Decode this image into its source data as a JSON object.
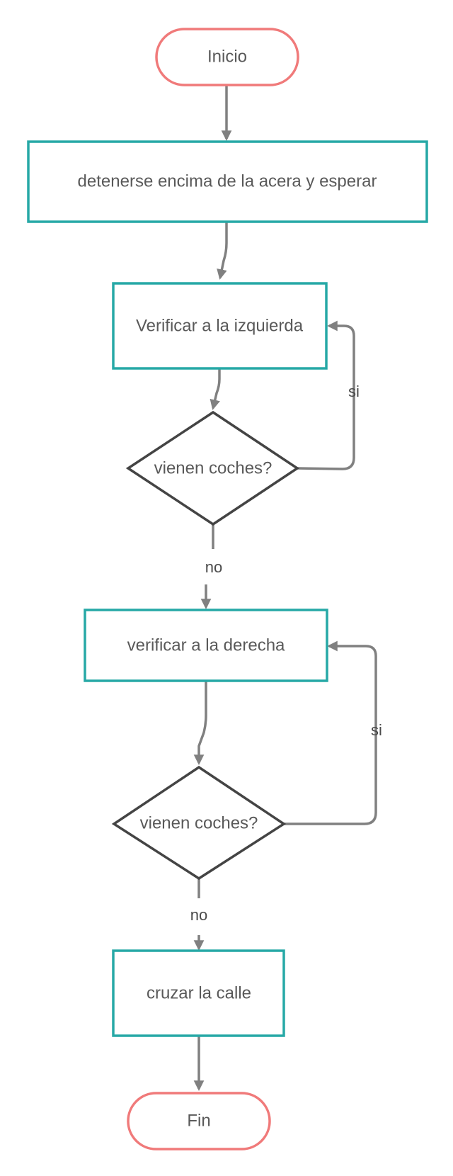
{
  "diagram": {
    "colors": {
      "terminal_stroke": "#f07a7a",
      "process_stroke": "#26a8a6",
      "decision_stroke": "#444444",
      "connector": "#808080",
      "text": "#595959"
    },
    "nodes": {
      "start": {
        "label": "Inicio",
        "shape": "terminal"
      },
      "wait": {
        "label": "detenerse encima de la acera y esperar",
        "shape": "process"
      },
      "check_left": {
        "label": "Verificar a la izquierda",
        "shape": "process"
      },
      "decision_left": {
        "label": "vienen coches?",
        "shape": "decision"
      },
      "check_right": {
        "label": "verificar a la derecha",
        "shape": "process"
      },
      "decision_right": {
        "label": "vienen coches?",
        "shape": "decision"
      },
      "cross": {
        "label": "cruzar la calle",
        "shape": "process"
      },
      "end": {
        "label": "Fin",
        "shape": "terminal"
      }
    },
    "edges": {
      "left_yes": {
        "label": "si"
      },
      "left_no": {
        "label": "no"
      },
      "right_yes": {
        "label": "si"
      },
      "right_no": {
        "label": "no"
      }
    }
  }
}
